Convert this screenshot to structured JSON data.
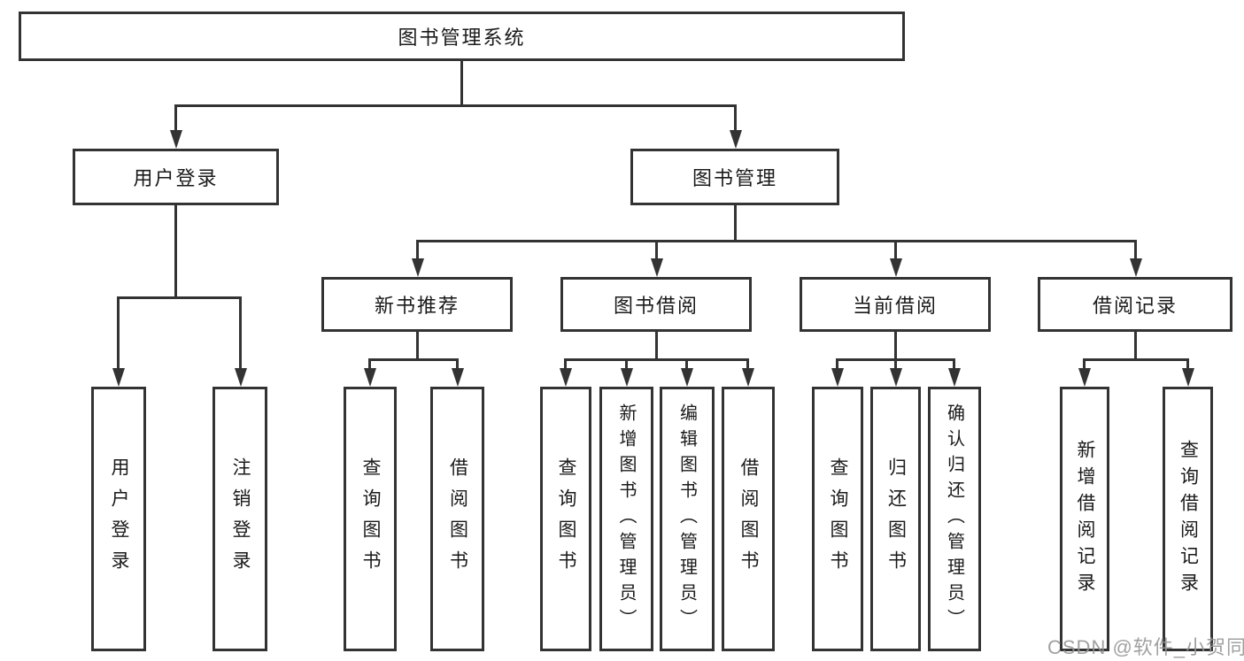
{
  "tree": {
    "root": "图书管理系统",
    "branches": [
      {
        "label": "用户登录",
        "children": [
          "用户登录",
          "注销登录"
        ]
      },
      {
        "label": "图书管理",
        "sections": [
          {
            "label": "新书推荐",
            "children": [
              "查询图书",
              "借阅图书"
            ]
          },
          {
            "label": "图书借阅",
            "children": [
              "查询图书",
              "新增图书（管理员）",
              "编辑图书（管理员）",
              "借阅图书"
            ]
          },
          {
            "label": "当前借阅",
            "children": [
              "查询图书",
              "归还图书",
              "确认归还（管理员）"
            ]
          },
          {
            "label": "借阅记录",
            "children": [
              "新增借阅记录",
              "查询借阅记录"
            ]
          }
        ]
      }
    ]
  },
  "watermark": "CSDN @软件_小贺同学",
  "colors": {
    "line": "#333333",
    "box_border": "#333333",
    "box_fill": "#ffffff",
    "text": "#1a1a1a",
    "watermark": "#949494",
    "background": "#ffffff"
  }
}
